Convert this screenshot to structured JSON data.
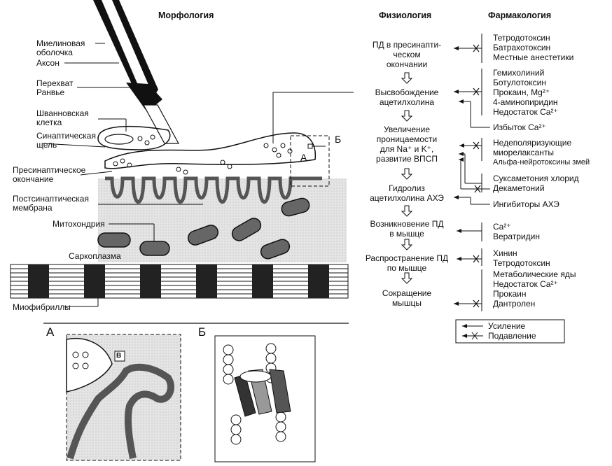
{
  "headers": {
    "morphology": "Морфология",
    "physiology": "Физиология",
    "pharmacology": "Фармакология"
  },
  "morph_labels": {
    "myelin": [
      "Миелиновая",
      "оболочка"
    ],
    "axon": "Аксон",
    "ranvier": [
      "Перехват",
      "Ранвье"
    ],
    "schwann": [
      "Шванновская",
      "клетка"
    ],
    "cleft": [
      "Синаптическая",
      "щель"
    ],
    "presynaptic": [
      "Пресинаптическое",
      "окончание"
    ],
    "postsynaptic": [
      "Постсинаптическая",
      "мембрана"
    ],
    "mitochondria": "Митохондрия",
    "sarcoplasm": "Саркоплазма",
    "myofibrils": "Миофибриллы",
    "marker_a": "А",
    "marker_b": "Б",
    "marker_v": "В"
  },
  "physiology_steps": [
    [
      "ПД в пресинапти-",
      "ческом",
      "окончании"
    ],
    [
      "Высвобождение",
      "ацетилхолина"
    ],
    [
      "Увеличение",
      "проницаемости",
      "для Na⁺ и K⁺,",
      "развитие ВПСП"
    ],
    [
      "Гидролиз",
      "ацетилхолина АХЭ"
    ],
    [
      "Возникновение ПД",
      "в мышце"
    ],
    [
      "Распространение ПД",
      "по мышце"
    ],
    [
      "Сокращение",
      "мышцы"
    ]
  ],
  "pharmacology_groups": [
    [
      "Тетродотоксин",
      "Батрахотоксин",
      "Местные анестетики"
    ],
    [
      "Гемихолиний",
      "Ботулотоксин",
      "Прокаин, Mg²⁺",
      "4-аминопиридин",
      "Недостаток Ca²⁺"
    ],
    [
      "Избыток Ca²⁺"
    ],
    [
      "Недеполяризующие",
      "миорелаксанты",
      "Альфа-нейротоксины змей"
    ],
    [
      "Суксаметония хлорид",
      "Декаметоний"
    ],
    [
      "Ингибиторы АХЭ"
    ],
    [
      "Ca²⁺",
      "Вератридин"
    ],
    [
      "Хинин",
      "Тетродотоксин"
    ],
    [
      "Метаболические яды",
      "Недостаток Ca²⁺",
      "Прокаин",
      "Дантролен"
    ]
  ],
  "legend": {
    "enhance": "Усиление",
    "suppress": "Подавление"
  },
  "panels": {
    "a": "А",
    "b": "Б"
  }
}
